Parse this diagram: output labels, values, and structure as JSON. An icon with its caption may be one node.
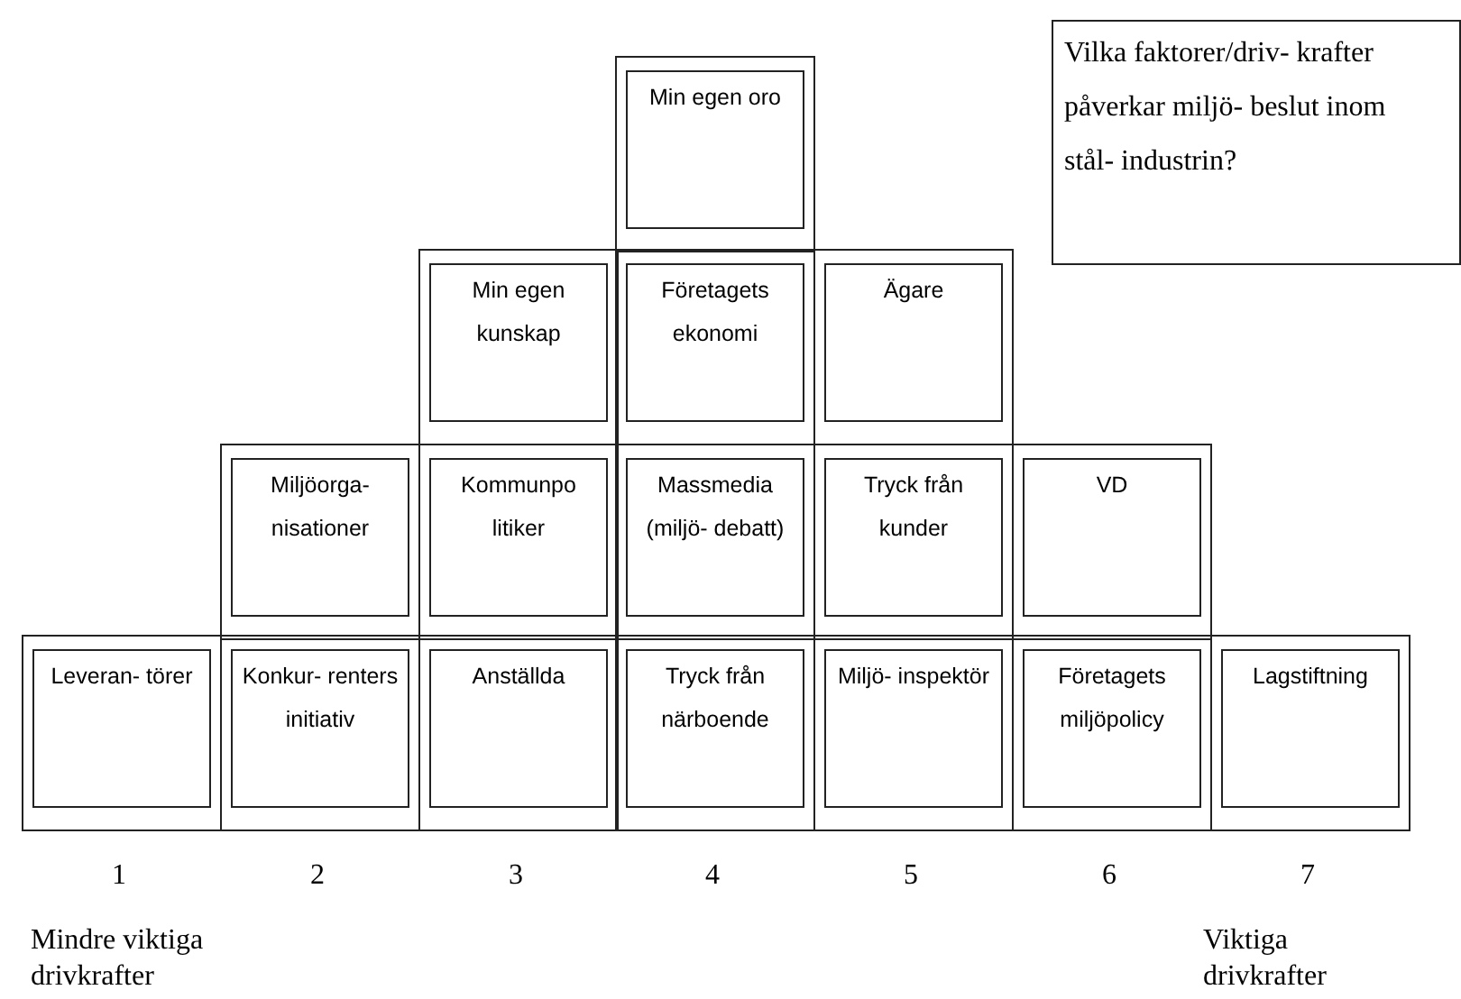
{
  "diagram": {
    "nodes": [
      {
        "text": [
          "Vilka faktorer/driv- krafter påverkar miljö- beslut inom stål- industrin?"
        ]
      },
      {
        "text": [
          "Min egen oro"
        ]
      },
      {
        "text": [
          "Min egen kunskap"
        ]
      },
      {
        "text": [
          "Företagets ekonomi"
        ]
      },
      {
        "text": [
          "Ägare"
        ]
      },
      {
        "text": [
          "Miljöorga- nisationer"
        ]
      },
      {
        "text": [
          "Kommunpo litiker"
        ]
      },
      {
        "text": [
          "Massmedia (miljö- debatt)"
        ]
      },
      {
        "text": [
          "Tryck från kunder"
        ]
      },
      {
        "text": [
          "VD"
        ]
      },
      {
        "text": [
          "Leveran- törer"
        ]
      },
      {
        "text": [
          "Konkur- renters initiativ"
        ]
      },
      {
        "text": [
          "Anställda"
        ]
      },
      {
        "text": [
          "Tryck från närboende"
        ]
      },
      {
        "text": [
          "Miljö- inspektör"
        ]
      },
      {
        "text": [
          "Företagets miljöpolicy"
        ]
      },
      {
        "text": [
          "Lagstiftning"
        ]
      }
    ],
    "edges": [],
    "labels": [
      "1",
      "2",
      "3",
      "4",
      "5",
      "6",
      "7",
      "Mindre viktiga drivkrafter",
      "Viktiga drivkrafter"
    ]
  }
}
